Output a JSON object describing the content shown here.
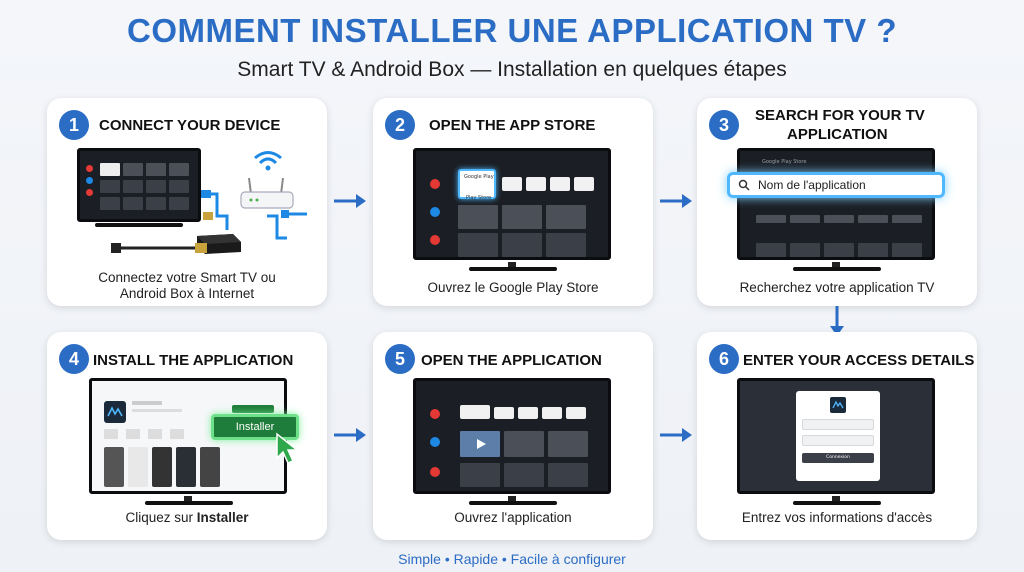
{
  "header": {
    "title": "COMMENT INSTALLER UNE APPLICATION TV ?",
    "subtitle": "Smart TV & Android Box — Installation en quelques étapes"
  },
  "steps": [
    {
      "number": "1",
      "title": "CONNECT YOUR DEVICE",
      "caption_line1": "Connectez votre Smart TV ou",
      "caption_line2": "Android Box à Internet"
    },
    {
      "number": "2",
      "title": "OPEN THE APP STORE",
      "caption": "Ouvrez le Google Play Store",
      "tile_label": "Google Play",
      "tile_sub": "Play Store"
    },
    {
      "number": "3",
      "title_line1": "SEARCH FOR YOUR TV",
      "title_line2": "APPLICATION",
      "caption": "Recherchez votre application TV",
      "store_label": "Google Play Store",
      "search_placeholder": "Nom de l'application"
    },
    {
      "number": "4",
      "title": "INSTALL THE APPLICATION",
      "caption_prefix": "Cliquez sur ",
      "caption_bold": "Installer",
      "install_label": "Installer"
    },
    {
      "number": "5",
      "title": "OPEN THE APPLICATION",
      "caption": "Ouvrez l'application"
    },
    {
      "number": "6",
      "title": "ENTER YOUR ACCESS DETAILS",
      "caption": "Entrez vos informations d'accès",
      "login_button": "Connexion"
    }
  ],
  "footer": {
    "text": "Simple • Rapide • Facile à configurer"
  },
  "colors": {
    "accent": "#2b6cc4",
    "install_green": "#1e7d3a",
    "search_glow": "#4fb8ff"
  },
  "icons": [
    "wifi-icon",
    "router-icon",
    "tv-box-icon",
    "hdmi-cable-icon",
    "search-icon",
    "cursor-icon",
    "play-icon",
    "app-logo-icon",
    "arrow-right-icon",
    "arrow-down-icon"
  ]
}
